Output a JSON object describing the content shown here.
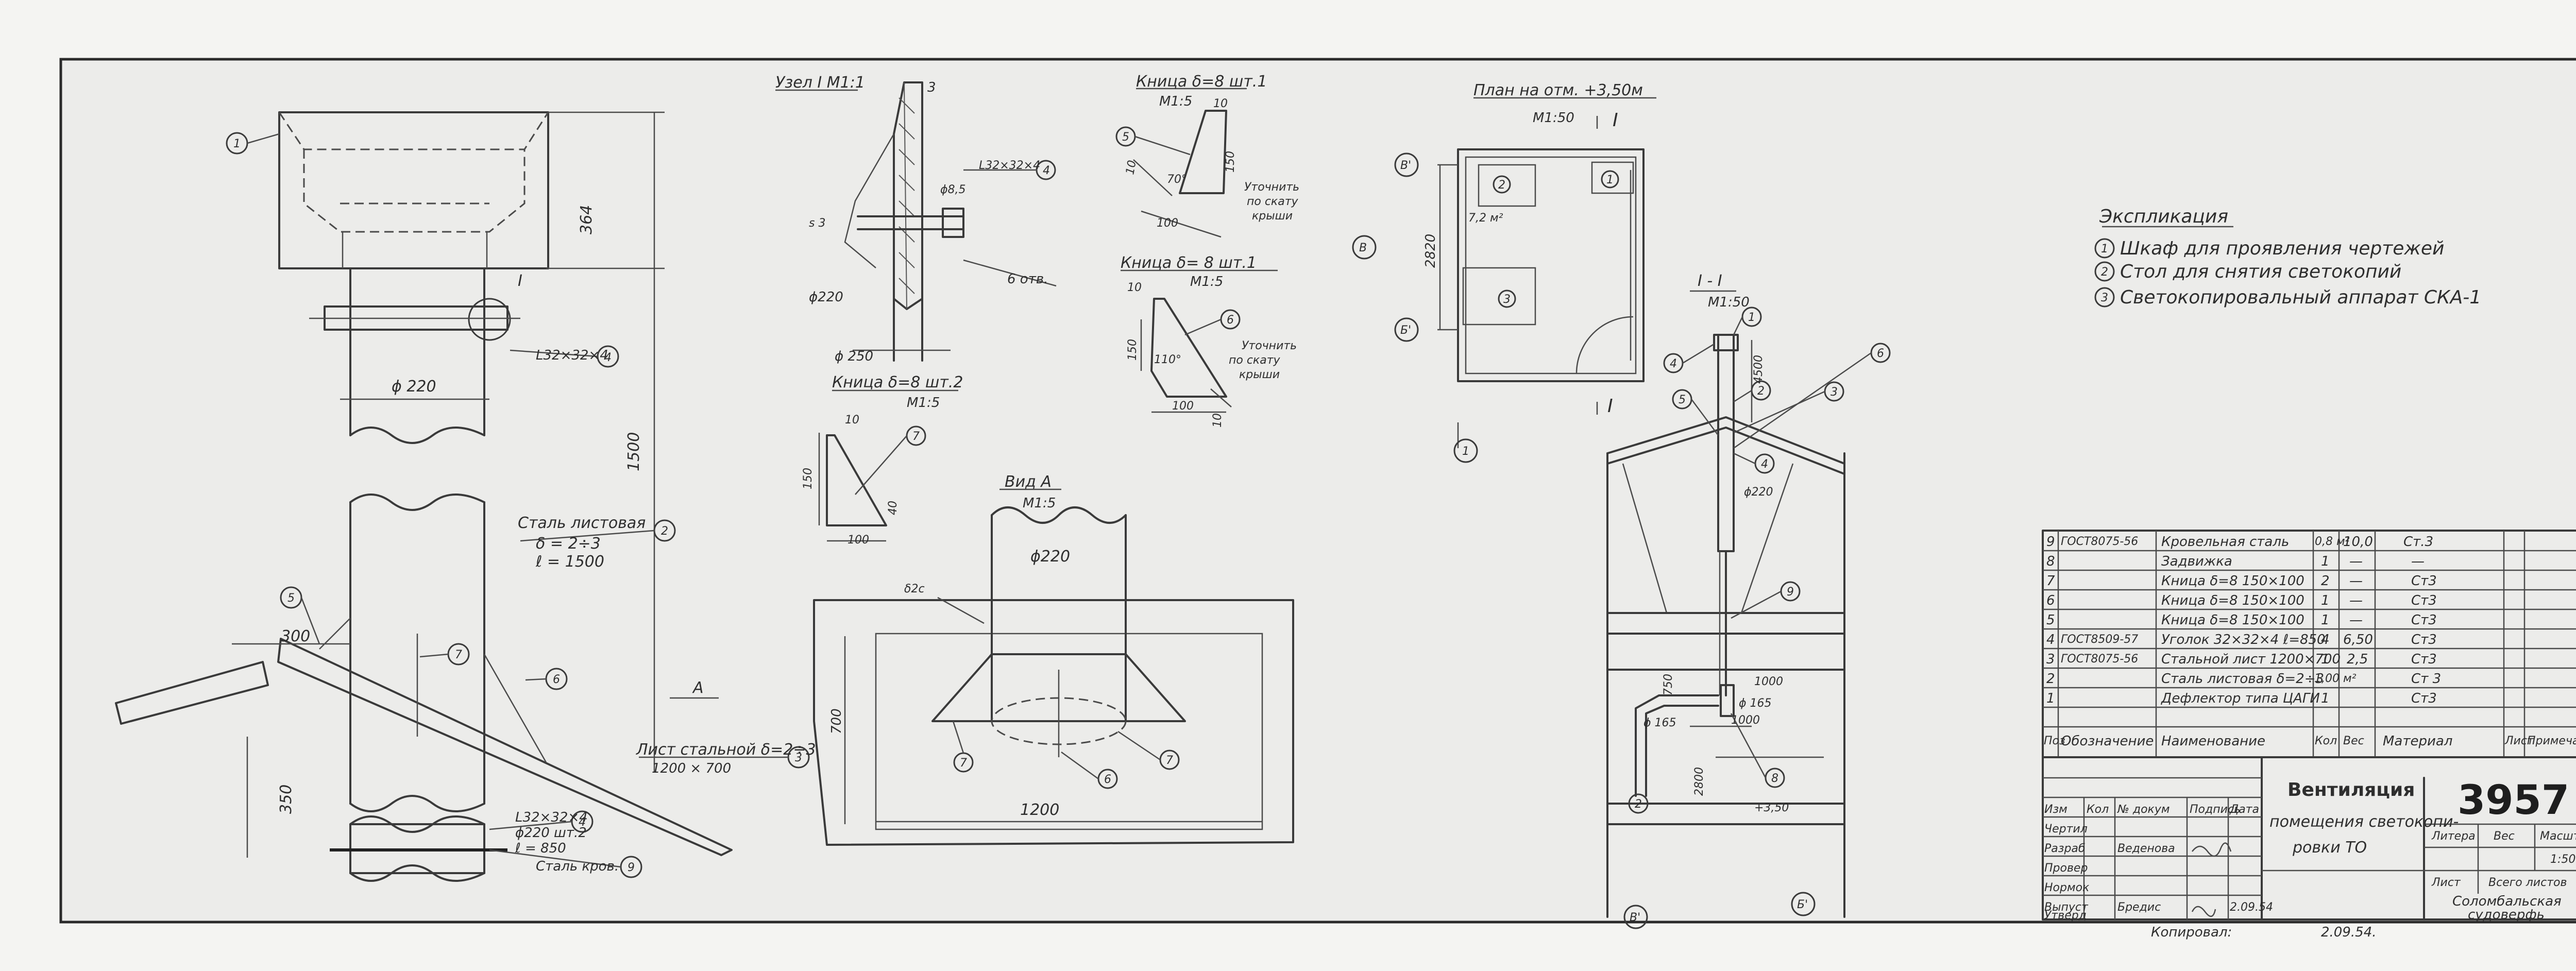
{
  "main_view": {
    "dim_364": "364",
    "dim_1500": "1500",
    "dim_350": "350",
    "dim_300": "300",
    "dia_220": "ϕ 220",
    "node_I": "I",
    "angle_1": "L32×32×4",
    "pos_4": "4",
    "pos_1": "1",
    "pos_2": "2",
    "pos_3": "3",
    "pos_5": "5",
    "pos_6": "6",
    "pos_7": "7",
    "pos_9": "9",
    "steel_note_1": "Сталь листовая",
    "steel_note_2": "δ = 2÷3",
    "steel_note_3": "ℓ = 1500",
    "sheet_note_1": "Лист стальной δ=2÷3",
    "sheet_note_2": "1200 × 700",
    "arrow_A": "A",
    "bottom_note_1": "L32×32×4",
    "bottom_note_2": "ϕ220  шт.2",
    "bottom_note_3": "ℓ = 850",
    "bottom_note_4": "Сталь кров."
  },
  "node_I": {
    "title": "Узел I  М1:1",
    "dim_3": "3",
    "angle": "L32×32×4",
    "dia_8": "ϕ8,5",
    "dim_s3": "s 3",
    "holes": "6 отв.",
    "dia_220": "ϕ220",
    "dia_250": "ϕ 250",
    "pos_4": "4"
  },
  "gusset_top": {
    "title": "Кница δ=8  шт.1",
    "scale": "М1:5",
    "dim_10a": "10",
    "dim_10b": "10",
    "dim_150": "150",
    "dim_100": "100",
    "angle": "70°",
    "note_1": "Уточнить",
    "note_2": "по скату",
    "note_3": "крыши",
    "pos_5": "5"
  },
  "gusset_mid": {
    "title": "Кница δ= 8  шт.1",
    "scale": "М1:5",
    "dim_10": "10",
    "dim_150": "150",
    "dim_100": "100",
    "dim_10b": "10",
    "angle": "110°",
    "note_1": "Уточнить",
    "note_2": "по скату",
    "note_3": "крыши",
    "pos_6": "6"
  },
  "gusset_bot": {
    "title": "Кница δ=8 шт.2",
    "scale": "М1:5",
    "dim_10": "10",
    "dim_150": "150",
    "dim_40": "40",
    "dim_100": "100",
    "pos_7": "7"
  },
  "view_A": {
    "title": "Вид А",
    "scale": "М1:5",
    "dia_220": "ϕ220",
    "label_s": "δ2с",
    "dim_700": "700",
    "dim_1200": "1200",
    "pos_6": "6",
    "pos_7a": "7",
    "pos_7b": "7"
  },
  "plan": {
    "title": "План на отм. +3,50м",
    "scale": "М1:50",
    "mark_I": "I",
    "mark_I2": "I",
    "axis_B1": "В'",
    "axis_B": "В",
    "axis_B2": "Б'",
    "axis_1": "1",
    "dim_2820": "2820",
    "area": "7,2 м²",
    "eq_1": "1",
    "eq_2": "2",
    "eq_3": "3"
  },
  "section": {
    "title": "I - I",
    "scale": "М1:50",
    "dim_4500": "4500",
    "dia_220": "ϕ220",
    "dim_1000": "1000",
    "dim_1000b": "1000",
    "dia_165": "ϕ 165",
    "dia_165b": "ϕ 165",
    "dim_750": "750",
    "dim_2800": "2800",
    "mark_350": "+3,50",
    "axis_B": "В'",
    "axis_B2": "Б'",
    "pos_1": "1",
    "pos_2": "2",
    "pos_3": "3",
    "pos_4": "4",
    "pos_5": "5",
    "pos_6": "6",
    "pos_8": "8",
    "pos_9": "9",
    "pos_2b": "2"
  },
  "explication": {
    "title": "Экспликация",
    "items": [
      {
        "num": "1",
        "text": "Шкаф для проявления чертежей"
      },
      {
        "num": "2",
        "text": "Стол для снятия светокопий"
      },
      {
        "num": "3",
        "text": "Светокопировальный аппарат СКА-1"
      }
    ]
  },
  "spec": {
    "headers": [
      "Поз",
      "Обозначение",
      "Наименование",
      "Кол",
      "Вес",
      "Материал",
      "Лист",
      "Примечание"
    ],
    "rows": [
      {
        "pos": "9",
        "doc": "ГОСТ8075-56",
        "name": "Кровельная сталь",
        "qty": "0,8 м²",
        "weight": "10,0",
        "mat": "Ст.3"
      },
      {
        "pos": "8",
        "doc": "",
        "name": "Задвижка",
        "qty": "1",
        "weight": "—",
        "mat": "—"
      },
      {
        "pos": "7",
        "doc": "",
        "name": "Кница δ=8  150×100",
        "qty": "2",
        "weight": "—",
        "mat": "Ст3"
      },
      {
        "pos": "6",
        "doc": "",
        "name": "Кница δ=8  150×100",
        "qty": "1",
        "weight": "—",
        "mat": "Ст3"
      },
      {
        "pos": "5",
        "doc": "",
        "name": "Кница δ=8  150×100",
        "qty": "1",
        "weight": "—",
        "mat": "Ст3"
      },
      {
        "pos": "4",
        "doc": "ГОСТ8509-57",
        "name": "Уголок 32×32×4 ℓ=850",
        "qty": "4",
        "weight": "6,50",
        "mat": "Ст3"
      },
      {
        "pos": "3",
        "doc": "ГОСТ8075-56",
        "name": "Стальной лист 1200×700",
        "qty": "1",
        "weight": "2,5",
        "mat": "Ст3"
      },
      {
        "pos": "2",
        "doc": "",
        "name": "Сталь листовая δ=2÷3",
        "qty": "1,00 м²",
        "weight": "",
        "mat": "Ст 3"
      },
      {
        "pos": "1",
        "doc": "",
        "name": "Дефлектор типа ЦАГИ",
        "qty": "1",
        "weight": "",
        "mat": "Ст3"
      }
    ]
  },
  "title_block": {
    "project_line1": "Вентиляция",
    "project_line2": "помещения светокопи-",
    "project_line3": "ровки ТО",
    "number": "3957",
    "roles": [
      "Изм",
      "Кол",
      "№ докум",
      "Подпись",
      "Дата"
    ],
    "people": [
      {
        "role": "Чертил",
        "name": ""
      },
      {
        "role": "Разраб",
        "name": "Веденова"
      },
      {
        "role": "Провер",
        "name": ""
      },
      {
        "role": "Нормок",
        "name": ""
      },
      {
        "role": "Выпуст",
        "name": "Бредис"
      },
      {
        "role": "Утверд",
        "name": ""
      }
    ],
    "date": "2.09.54",
    "litera": "Литера",
    "ves": "Вес",
    "masshtab": "Масшт.",
    "scale_value": "1:50",
    "list": "Лист",
    "vsego_listov": "Всего листов",
    "org_1": "Соломбальская",
    "org_2": "судоверфь",
    "copied": "Копировал:",
    "copied_date": "2.09.54."
  }
}
